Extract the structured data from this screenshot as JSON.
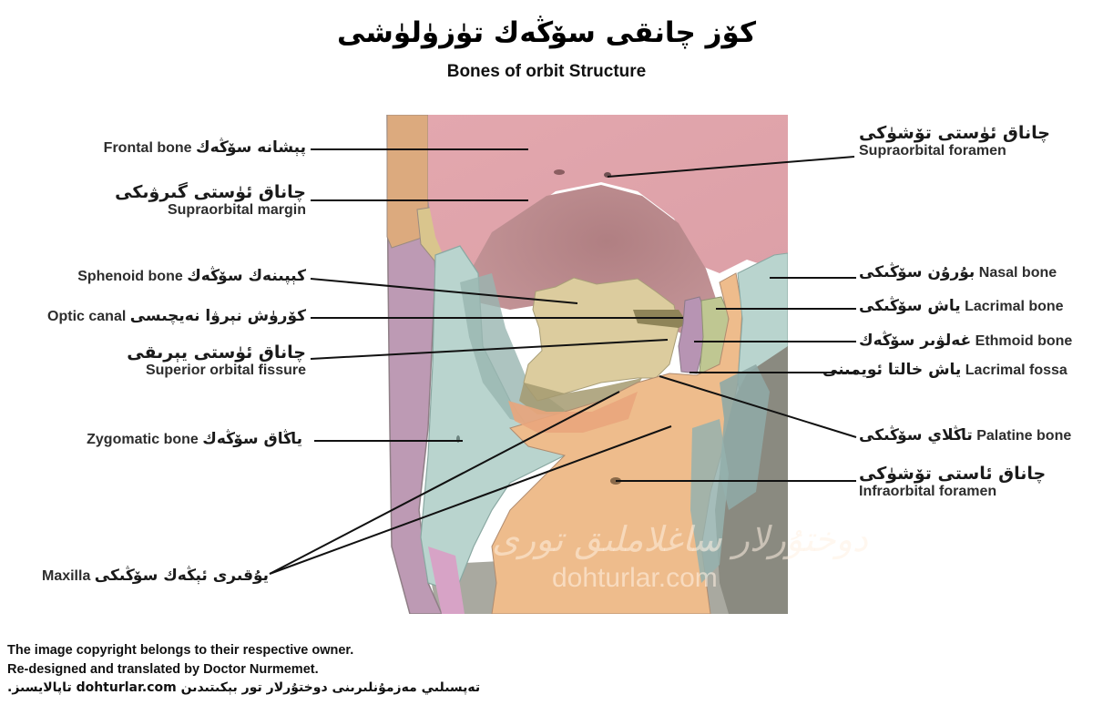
{
  "header": {
    "title_uyghur": "كۆز چانقى سۆڭەك تۈزۈلۈشى",
    "title_english": "Bones of orbit Structure"
  },
  "colors": {
    "frontal": "#dea3aa",
    "orbit_cavity": "#b98386",
    "sphenoid": "#dccc9e",
    "zygomatic": "#b9d4ce",
    "maxilla": "#eebc8c",
    "nasal": "#b9d4ce",
    "lacrimal": "#bfc792",
    "ethmoid": "#b794b3",
    "temporal_purple": "#bd9ab4",
    "nasal_cavity": "#8a8a80",
    "leader_line": "#111111"
  },
  "labels_left": [
    {
      "id": "frontal-bone",
      "ug": "پېشانە سۆڭەك",
      "en": "Frontal bone"
    },
    {
      "id": "supraorbital-margin",
      "ug": "چاناق ئۈستى گىرۋىكى",
      "en": "Supraorbital margin"
    },
    {
      "id": "sphenoid-bone",
      "ug": "كېپىنەك سۆڭەك",
      "en": "Sphenoid bone"
    },
    {
      "id": "optic-canal",
      "ug": "كۆرۈش نېرۋا نەيچىسى",
      "en": "Optic canal"
    },
    {
      "id": "superior-orbital-fissure",
      "ug": "چاناق ئۈستى يېرىقى",
      "en": "Superior orbital fissure"
    },
    {
      "id": "zygomatic-bone",
      "ug": "ياڭاق سۆڭەك",
      "en": "Zygomatic bone"
    },
    {
      "id": "maxilla",
      "ug": "يۇقىرى ئېڭەك سۆڭىكى",
      "en": "Maxilla"
    }
  ],
  "labels_right": [
    {
      "id": "supraorbital-foramen",
      "ug": "چاناق ئۈستى تۆشۈكى",
      "en": "Supraorbital foramen"
    },
    {
      "id": "nasal-bone",
      "ug": "بۇرۇن سۆڭىكى",
      "en": "Nasal bone"
    },
    {
      "id": "lacrimal-bone",
      "ug": "ياش سۆڭىكى",
      "en": "Lacrimal bone"
    },
    {
      "id": "ethmoid-bone",
      "ug": "غەلۋىر سۆڭەك",
      "en": "Ethmoid bone"
    },
    {
      "id": "lacrimal-fossa",
      "ug": "ياش خالتا ئويمىنى",
      "en": "Lacrimal fossa"
    },
    {
      "id": "palatine-bone",
      "ug": "تاڭلاي سۆڭىكى",
      "en": "Palatine bone"
    },
    {
      "id": "infraorbital-foramen",
      "ug": "چاناق ئاستى تۆشۈكى",
      "en": "Infraorbital foramen"
    }
  ],
  "watermark": {
    "uyghur": "دوختۇرلار ساغلاملىق تورى",
    "site": "dohturlar.com"
  },
  "footer": {
    "line1": "The image copyright belongs to their respective owner.",
    "line2": "Re-designed and translated by Doctor Nurmemet.",
    "line3": "تەپسىلىي مەزمۇنلىرىنى دوختۇرلار تور بېكىتىدىن dohturlar.com تاپالايسىز."
  }
}
